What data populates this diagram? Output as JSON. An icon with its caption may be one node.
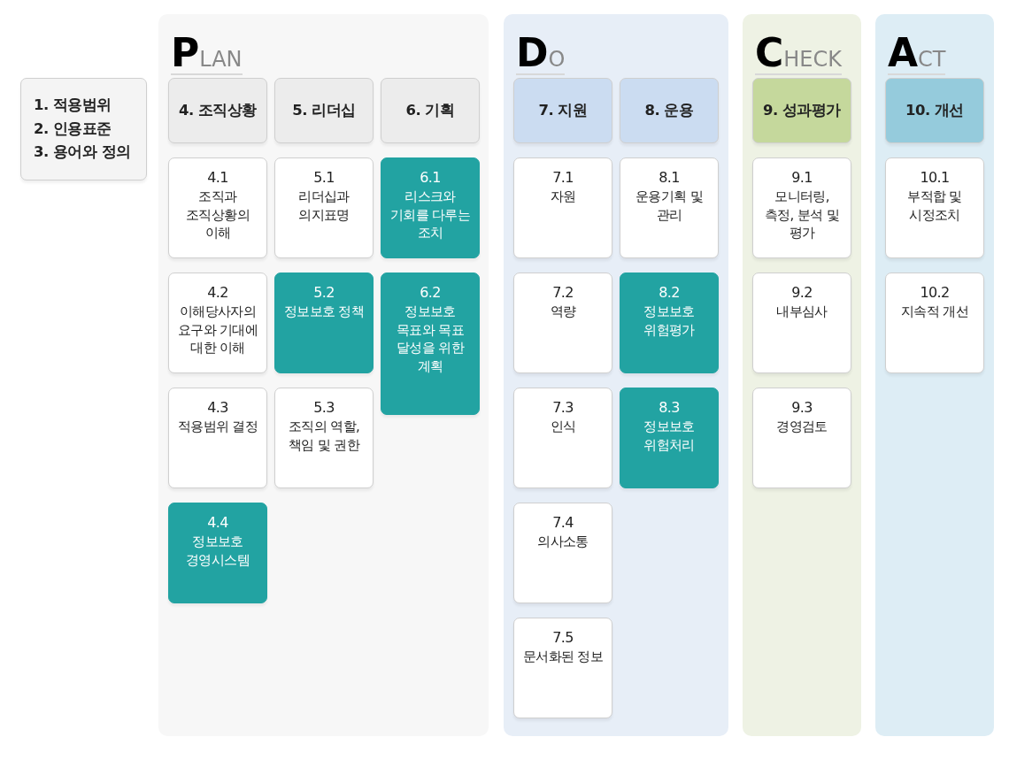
{
  "diagram": {
    "nodes": [
      {
        "text": [
          "1. 적용범위",
          "2. 인용표준",
          "3. 용어와 정의"
        ]
      },
      {
        "text": [
          "PLAN"
        ]
      },
      {
        "text": [
          "4. 조직상황"
        ],
        "in": 1
      },
      {
        "text": [
          "5. 리더십"
        ],
        "in": 1
      },
      {
        "text": [
          "6. 기획"
        ],
        "in": 1
      },
      {
        "text": [
          "4.1",
          "조직과 조직상황의 이해"
        ],
        "in": 1
      },
      {
        "text": [
          "5.1",
          "리더십과 의지표명"
        ],
        "in": 1
      },
      {
        "text": [
          "6.1",
          "리스크와 기회를 다루는 조치"
        ],
        "in": 1
      },
      {
        "text": [
          "4.2",
          "이해당사자의 요구와 기대에 대한 이해"
        ],
        "in": 1
      },
      {
        "text": [
          "5.2",
          "정보보호 정책"
        ],
        "in": 1
      },
      {
        "text": [
          "6.2",
          "정보보호 목표와 목표 달성을 위한 계획"
        ],
        "in": 1
      },
      {
        "text": [
          "4.3",
          "적용범위 결정"
        ],
        "in": 1
      },
      {
        "text": [
          "5.3",
          "조직의 역할, 책임 및 권한"
        ],
        "in": 1
      },
      {
        "text": [
          "4.4",
          "정보보호 경영시스템"
        ],
        "in": 1
      },
      {
        "text": [
          "DO"
        ]
      },
      {
        "text": [
          "7. 지원"
        ],
        "in": 14
      },
      {
        "text": [
          "8. 운용"
        ],
        "in": 14
      },
      {
        "text": [
          "7.1",
          "자원"
        ],
        "in": 14
      },
      {
        "text": [
          "8.1",
          "운용기획 및 관리"
        ],
        "in": 14
      },
      {
        "text": [
          "7.2",
          "역량"
        ],
        "in": 14
      },
      {
        "text": [
          "8.2",
          "정보보호 위험평가"
        ],
        "in": 14
      },
      {
        "text": [
          "7.3",
          "인식"
        ],
        "in": 14
      },
      {
        "text": [
          "8.3",
          "정보보호 위험처리"
        ],
        "in": 14
      },
      {
        "text": [
          "7.4",
          "의사소통"
        ],
        "in": 14
      },
      {
        "text": [
          "7.5",
          "문서화된 정보"
        ],
        "in": 14
      },
      {
        "text": [
          "CHECK"
        ]
      },
      {
        "text": [
          "9. 성과평가"
        ],
        "in": 25
      },
      {
        "text": [
          "9.1",
          "모니터링, 측정, 분석 및 평가"
        ],
        "in": 25
      },
      {
        "text": [
          "9.2",
          "내부심사"
        ],
        "in": 25
      },
      {
        "text": [
          "9.3",
          "경영검토"
        ],
        "in": 25
      },
      {
        "text": [
          "ACT"
        ]
      },
      {
        "text": [
          "10. 개선"
        ],
        "in": 30
      },
      {
        "text": [
          "10.1",
          "부적합 및 시정조치"
        ],
        "in": 30
      },
      {
        "text": [
          "10.2",
          "지속적 개선"
        ],
        "in": 30
      }
    ],
    "edges": []
  }
}
